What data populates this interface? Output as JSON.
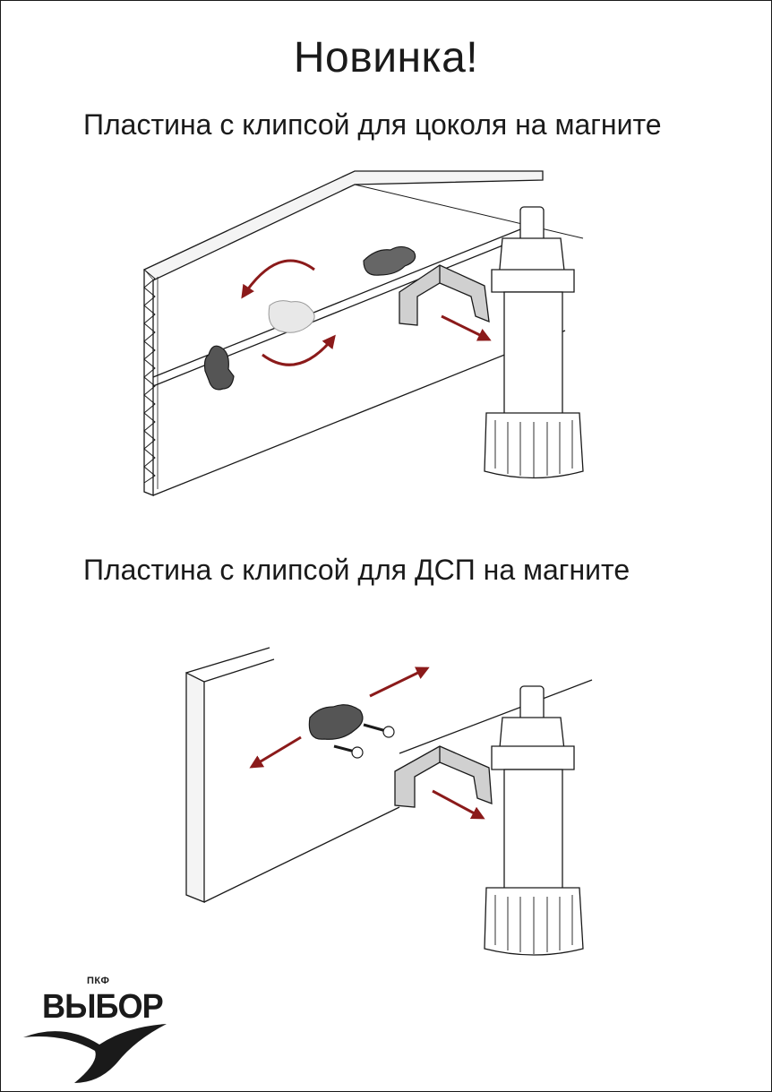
{
  "headline": "Новинка!",
  "section1": {
    "title": "Пластина с клипсой для цоколя на магните"
  },
  "section2": {
    "title": "Пластина с клипсой для ДСП на магните"
  },
  "logo": {
    "prefix": "ПКФ",
    "name": "ВЫБОР"
  },
  "colors": {
    "arrow": "#8b1a1a",
    "line": "#1a1a1a",
    "part_fill": "#ffffff",
    "part_shade": "#c8c8c8"
  }
}
